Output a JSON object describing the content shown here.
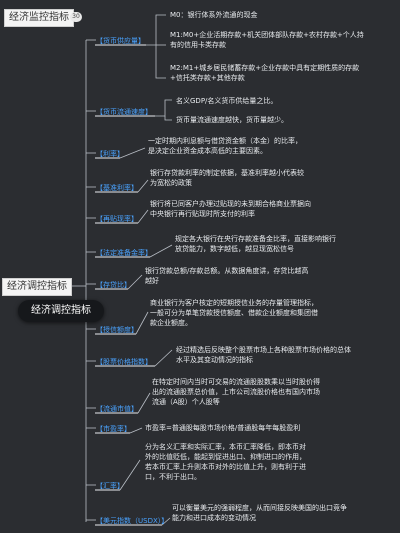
{
  "header": {
    "tab_title": "经济监控指标",
    "badge_count": "30"
  },
  "node_tab": "经济调控指标",
  "popup_label": "经济调控指标",
  "categories": [
    "【货币供应量】",
    "【货币流通速度】",
    "【利率】",
    "【基准利率】",
    "【再贴现率】",
    "【法定准备金率】",
    "【存贷比】",
    "【授信额度】",
    "【股票价格指数】",
    "【流通市值】",
    "【市盈率】",
    "【汇率】",
    "【美元指数（USDX）】"
  ],
  "leaves": [
    "M0：银行体系外流通的现金",
    "M1:M0+企业活期存款+机关团体部队存款+农村存款+个人持有的信用卡类存款",
    "M2:M1+城乡居民储蓄存款+企业存款中具有定期性质的存款+信托类存款+其他存款",
    "名义GDP/名义货币供给量之比。",
    "货币量流通速度越快，货币量越少。",
    "一定时期内利息额与借贷资金额（本金）的比率，是决定企业资金成本高低的主要因素。",
    "银行存贷款利率的制定依据，基准利率越小代表较为宽松的政策",
    "银行将已同客户办理过贴现的未到期合格商业票据向中央银行再行贴现时所支付的利率",
    "规定各大银行在央行存款准备金比率，直接影响银行放贷能力，数字越低，越显现宽松信号",
    "银行贷款总额/存款总额。从数据角度讲，存贷比越高越好",
    "商业银行为客户核定的短期授信业务的存量管理指标，一般可分为单笔贷款授信额度、借款企业额度和集团借款企业额度。",
    "经过精选后反映整个股票市场上各种股票市场价格的总体水平及其变动情况的指标",
    "在特定时间内当时可交易的流通股股数乘以当时股价得出的流通股票总价值，上市公司流股价格也有国内市场流通（A股）个人股等",
    "市盈率=普通股每股市场价格/普通股每年每股盈利",
    "分为名义汇率和实际汇率，本币汇率降低，即本币对外的比值贬低，能起到促进出口、抑制进口的作用，若本币汇率上升则本币对外的比值上升，则有利于进口，不利于出口。",
    "可以衡量美元的强弱程度，从而间接反映美国的出口竞争能力和进口成本的变动情况"
  ]
}
